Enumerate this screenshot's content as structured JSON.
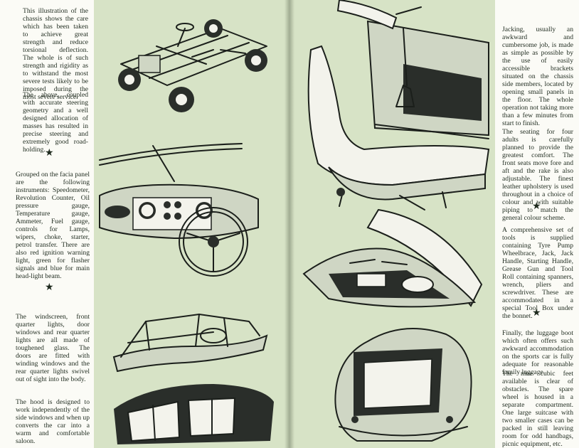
{
  "left_page": {
    "paragraphs": [
      "This illustration of the chassis shows the care which has been taken to achieve great strength and reduce torsional deflection. The whole is of such strength and rigidity as to withstand the most severe tests likely to be imposed during the most severe service.",
      "The above, coupled with accurate steering geometry and a well designed allocation of masses has resulted in precise steering and extremely good road-holding.",
      "Grouped on the facia panel are the following instruments: Speedometer, Revolution Counter, Oil pressure gauge, Temperature gauge, Ammeter, Fuel gauge, controls for Lamps, wipers, choke, starter, petrol transfer. There are also red ignition warning light, green for flasher signals and blue for main head-light beam.",
      "The windscreen, front quarter lights, door windows and rear quarter lights are all made of toughened glass. The doors are fitted with winding windows and the rear quarter lights swivel out of sight into the body.",
      "The hood is designed to work independently of the side windows and when up converts the car into a warm and comfortable saloon."
    ],
    "stars": [
      "★",
      "★"
    ]
  },
  "right_page": {
    "paragraphs": [
      "Jacking, usually an awkward and cumbersome job, is made as simple as possible by the use of easily accessible brackets situated on the chassis side members, located by opening small panels in the floor. The whole operation not taking more than a few minutes from start to finish.",
      "The seating for four adults is carefully planned to provide the greatest comfort. The front seats move fore and aft and the rake is also adjustable. The finest leather upholstery is used throughout in a choice of colour and with suitable piping to match the general colour scheme.",
      "A comprehensive set of tools is supplied containing Tyre Pump Wheelbrace, Jack, Jack Handle, Starting Handle, Grease Gun and Tool Roll containing spanners, wrench, pliers and screwdriver. These are accommodated in a special Tool Box under the bonnet.",
      "Finally, the luggage boot which often offers such awkward accommodation on the sports car is fully adequate for reasonable family luggage.",
      "The nine cubic feet available is clear of obstacles. The spare wheel is housed in a separate compartment. One large suitcase with two smaller cases can be packed in still leaving room for odd handbags, picnic equipment, etc."
    ],
    "stars": [
      "★",
      "★"
    ]
  },
  "illustrations": [
    "chassis-illustration",
    "dashboard-illustration",
    "windscreen-frame-illustration",
    "hood-illustration",
    "jacking-illustration",
    "seat-illustration",
    "toolbox-illustration",
    "luggage-boot-illustration"
  ]
}
